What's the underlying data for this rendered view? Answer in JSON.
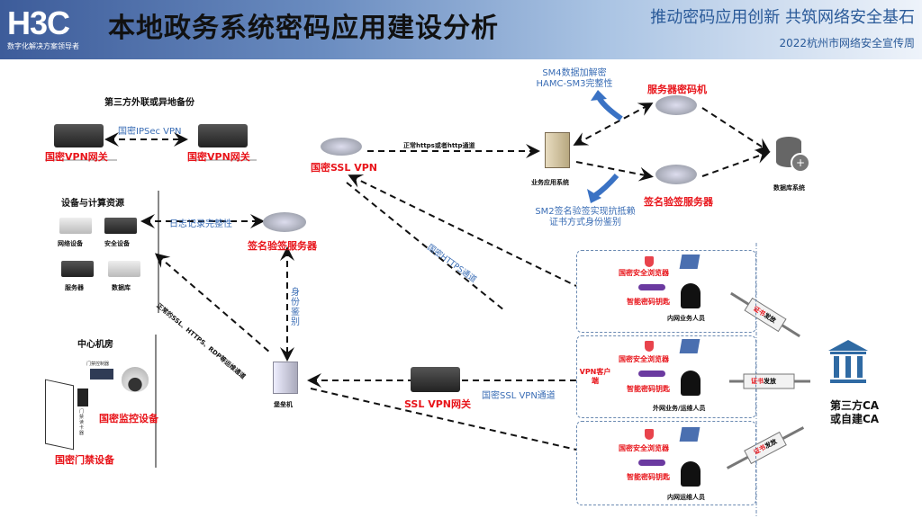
{
  "header": {
    "logo": "H3C",
    "logo_tagline": "数字化解决方案领导者",
    "title": "本地政务系统密码应用建设分析",
    "slogan": "推动密码应用创新 共筑网络安全基石",
    "subtitle": "2022杭州市网络安全宣传周"
  },
  "colors": {
    "accent_red": "#e8141a",
    "accent_blue": "#3a6db5",
    "ca_blue": "#2f6aa3"
  },
  "third_party": {
    "section_title": "第三方外联或异地备份",
    "left_gateway": "国密VPN网关",
    "right_gateway": "国密VPN网关",
    "link_label": "国密IPSec VPN"
  },
  "resources": {
    "section_title": "设备与计算资源",
    "items": [
      "网络设备",
      "安全设备",
      "服务器",
      "数据库"
    ],
    "log_link": "日志记录完整性",
    "sign_server": "签名验签服务器",
    "identity_link": "身份鉴别",
    "ops_link": "正常的SSL、HTTPS、RDP等运维通道"
  },
  "machine_room": {
    "section_title": "中心机房",
    "access_controller": "门禁控制器",
    "card_reader": "门禁读卡器",
    "monitor": "国密监控设备",
    "access": "国密门禁设备"
  },
  "app_area": {
    "ssl_vpn": "国密SSL VPN",
    "normal_link": "正常https或者http通道",
    "app_system": "业务应用系统",
    "sm4_note_line1": "SM4数据加解密",
    "sm4_note_line2": "HAMC-SM3完整性",
    "sm2_note_line1": "SM2签名验签实现抗抵赖",
    "sm2_note_line2": "证书方式身份鉴别",
    "server_crypto": "服务器密码机",
    "sign_server": "签名验签服务器",
    "database": "数据库系统",
    "https_link": "国密HTTPS通道"
  },
  "bastion": {
    "label": "堡垒机",
    "ssl_gateway": "SSL VPN网关",
    "ssl_channel": "国密SSL VPN通道",
    "vpn_client": "VPN客户端"
  },
  "user_groups": [
    {
      "browser": "国密安全浏览器",
      "ukey": "智能密码钥匙",
      "role": "内网业务人员"
    },
    {
      "browser": "国密安全浏览器",
      "ukey": "智能密码钥匙",
      "role": "外网业务/运维人员"
    },
    {
      "browser": "国密安全浏览器",
      "ukey": "智能密码钥匙",
      "role": "内网运维人员"
    }
  ],
  "cert": {
    "label_red": "证书",
    "label_black": "发放",
    "ca_line1": "第三方CA",
    "ca_line2": "或自建CA"
  }
}
